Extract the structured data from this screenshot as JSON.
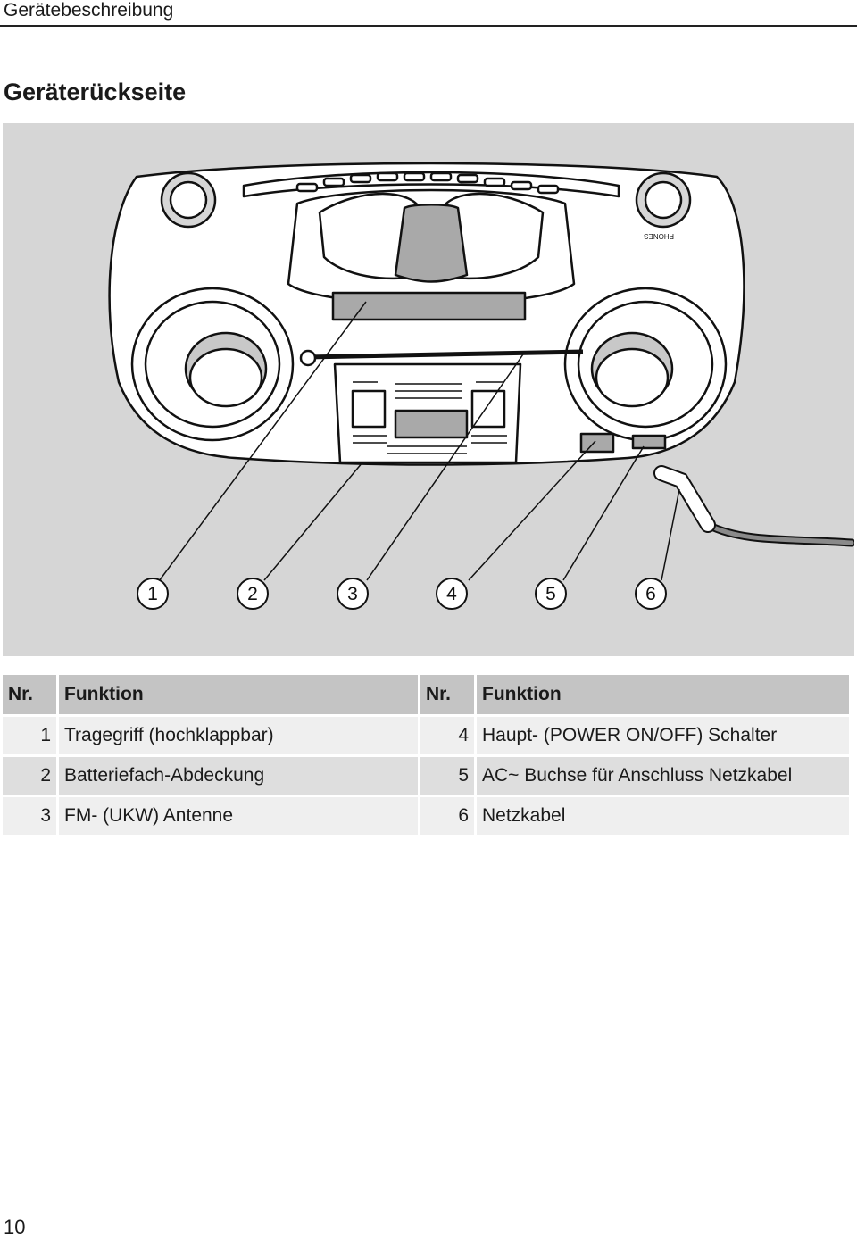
{
  "header": {
    "section": "Gerätebeschreibung"
  },
  "page_title": "Geräterückseite",
  "figure": {
    "callouts": [
      "1",
      "2",
      "3",
      "4",
      "5",
      "6"
    ],
    "device_label": "PHONES"
  },
  "table": {
    "columns": {
      "nr": "Nr.",
      "function": "Funktion"
    },
    "rows": [
      {
        "left": {
          "nr": "1",
          "text": "Tragegriff (hochklappbar)"
        },
        "right": {
          "nr": "4",
          "text": "Haupt- (POWER ON/OFF) Schalter"
        }
      },
      {
        "left": {
          "nr": "2",
          "text": "Batteriefach-Abdeckung"
        },
        "right": {
          "nr": "5",
          "text": "AC~ Buchse für Anschluss Netzkabel"
        }
      },
      {
        "left": {
          "nr": "3",
          "text": "FM- (UKW) Antenne"
        },
        "right": {
          "nr": "6",
          "text": "Netzkabel"
        }
      }
    ]
  },
  "page_number": "10"
}
